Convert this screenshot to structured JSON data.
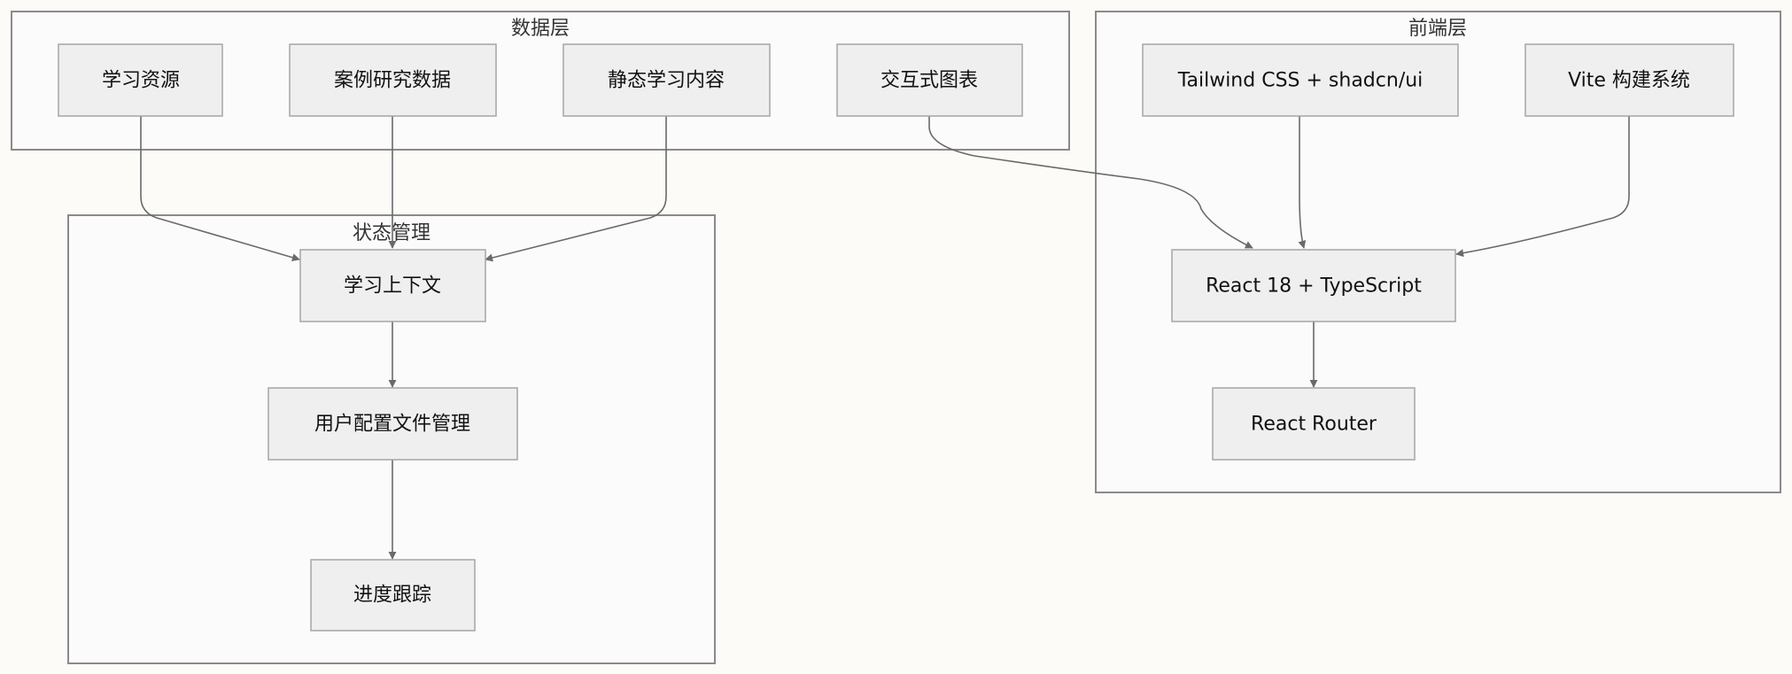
{
  "clusters": {
    "data_layer": {
      "label": "数据层"
    },
    "frontend_layer": {
      "label": "前端层"
    },
    "state_management": {
      "label": "状态管理"
    }
  },
  "nodes": {
    "learning_resources": "学习资源",
    "case_study_data": "案例研究数据",
    "static_content": "静态学习内容",
    "interactive_charts": "交互式图表",
    "tailwind": "Tailwind CSS + shadcn/ui",
    "vite": "Vite 构建系统",
    "react": "React 18 + TypeScript",
    "react_router": "React Router",
    "learning_context": "学习上下文",
    "user_profile": "用户配置文件管理",
    "progress_tracking": "进度跟踪"
  },
  "edges": [
    {
      "from": "learning_resources",
      "to": "learning_context"
    },
    {
      "from": "case_study_data",
      "to": "learning_context"
    },
    {
      "from": "static_content",
      "to": "learning_context"
    },
    {
      "from": "interactive_charts",
      "to": "react"
    },
    {
      "from": "tailwind",
      "to": "react"
    },
    {
      "from": "vite",
      "to": "react"
    },
    {
      "from": "react",
      "to": "react_router"
    },
    {
      "from": "learning_context",
      "to": "user_profile"
    },
    {
      "from": "user_profile",
      "to": "progress_tracking"
    }
  ],
  "colors": {
    "background": "#fcfbf8",
    "cluster_fill": "#fbfbfb",
    "cluster_stroke": "#8a8a8a",
    "node_fill": "#efefef",
    "node_stroke": "#a5a5a5",
    "edge": "#6a6a6a"
  }
}
